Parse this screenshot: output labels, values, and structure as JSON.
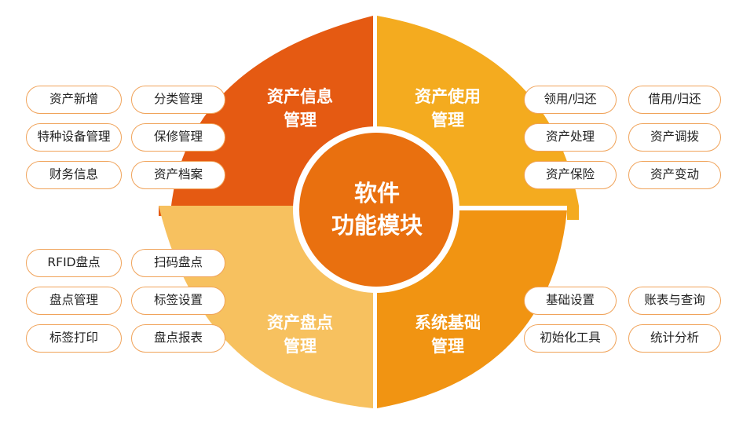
{
  "center": {
    "line1": "软件",
    "line2": "功能模块"
  },
  "colors": {
    "quad_top_left": "#e55a12",
    "quad_top_right": "#f4ab1f",
    "quad_bottom_left": "#f7c15f",
    "quad_bottom_right": "#f19412",
    "center_fill": "#e9700f",
    "pill_border": "#f0a35a"
  },
  "quadrants": {
    "top_left": {
      "line1": "资产信息",
      "line2": "管理"
    },
    "top_right": {
      "line1": "资产使用",
      "line2": "管理"
    },
    "bottom_left": {
      "line1": "资产盘点",
      "line2": "管理"
    },
    "bottom_right": {
      "line1": "系统基础",
      "line2": "管理"
    }
  },
  "pills": {
    "top_left": [
      "资产新增",
      "分类管理",
      "特种设备管理",
      "保修管理",
      "财务信息",
      "资产档案"
    ],
    "top_right": [
      "领用/归还",
      "借用/归还",
      "资产处理",
      "资产调拨",
      "资产保险",
      "资产变动"
    ],
    "bottom_left": [
      "RFID盘点",
      "扫码盘点",
      "盘点管理",
      "标签设置",
      "标签打印",
      "盘点报表"
    ],
    "bottom_right": [
      "基础设置",
      "账表与查询",
      "初始化工具",
      "统计分析"
    ]
  }
}
